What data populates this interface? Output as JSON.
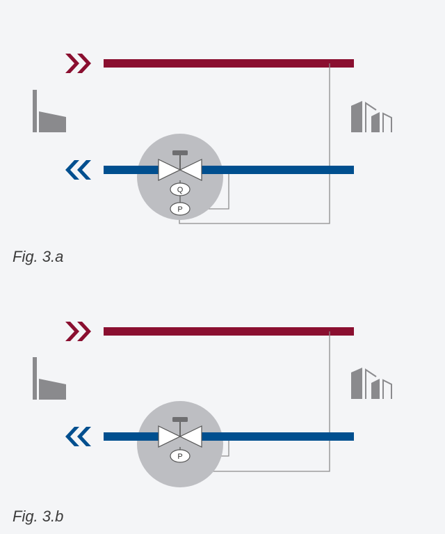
{
  "colors": {
    "background": "#f4f5f7",
    "supply": "#8a0f30",
    "return": "#004f8f",
    "building": "#8a8a8d",
    "valve_halo": "#bdbec2",
    "control_line": "#8c8c8c"
  },
  "figures": [
    {
      "caption": "Fig. 3.a",
      "supply_icon": "double-chevron-right-icon",
      "return_icon": "double-chevron-left-icon",
      "source_icon": "factory-icon",
      "consumer_icon": "buildings-icon",
      "valve_icon": "control-valve-icon",
      "gauges": [
        {
          "label": "Q",
          "kind": "flow"
        },
        {
          "label": "P",
          "kind": "pressure"
        }
      ]
    },
    {
      "caption": "Fig. 3.b",
      "supply_icon": "double-chevron-right-icon",
      "return_icon": "double-chevron-left-icon",
      "source_icon": "factory-icon",
      "consumer_icon": "buildings-icon",
      "valve_icon": "control-valve-icon",
      "gauges": [
        {
          "label": "P",
          "kind": "pressure"
        }
      ]
    }
  ]
}
